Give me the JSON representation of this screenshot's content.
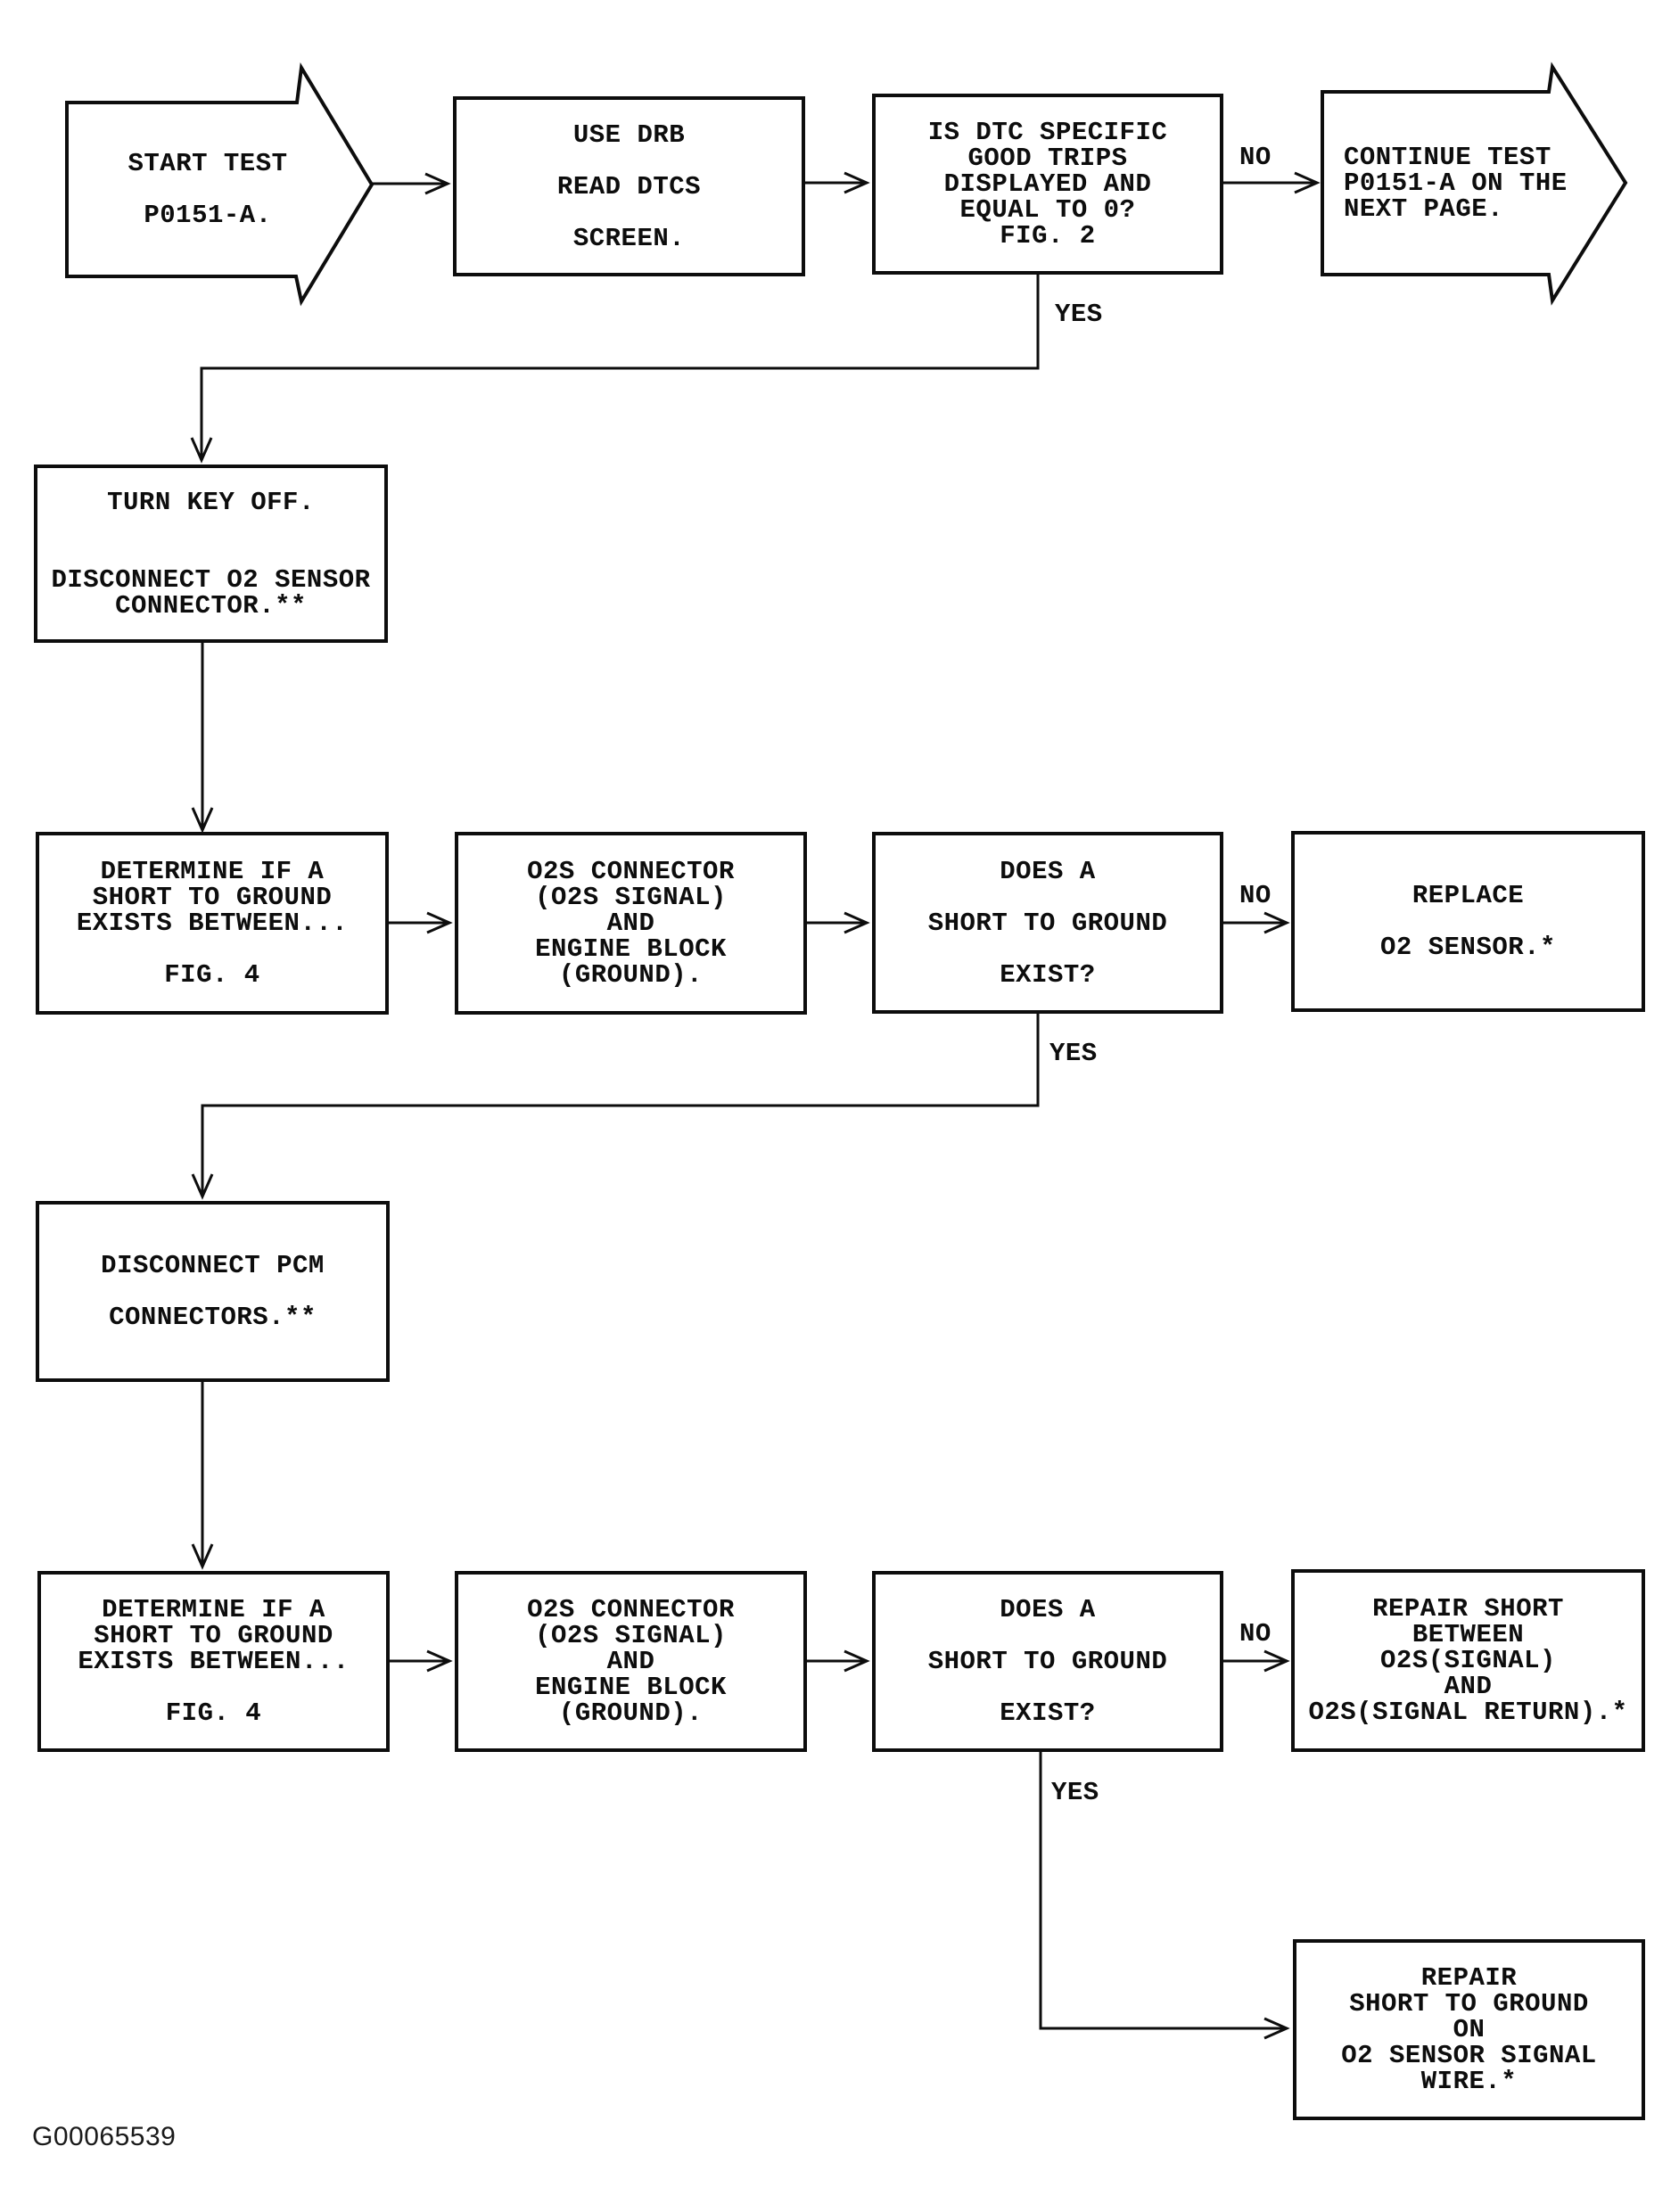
{
  "page": {
    "background": "#ffffff",
    "ink_color": "#0d0d0d",
    "figure_id": "G00065539"
  },
  "nodes": {
    "start": {
      "shape": "offpage-arrow-right",
      "lines": [
        "START TEST",
        "",
        "P0151-A."
      ]
    },
    "use_drb": {
      "shape": "process",
      "lines": [
        "USE DRB",
        "",
        "READ DTCS",
        "",
        "SCREEN."
      ]
    },
    "good_trips": {
      "shape": "decision",
      "lines": [
        "IS DTC SPECIFIC",
        "GOOD TRIPS",
        "DISPLAYED AND",
        "EQUAL TO 0?",
        "FIG. 2"
      ]
    },
    "continue_next_page": {
      "shape": "offpage-arrow-right",
      "lines": [
        "CONTINUE TEST",
        "P0151-A ON THE",
        "NEXT PAGE."
      ]
    },
    "turn_key_off": {
      "shape": "process",
      "lines": [
        "TURN KEY OFF.",
        "",
        "",
        "DISCONNECT O2 SENSOR",
        "CONNECTOR.**"
      ]
    },
    "determine_short_1": {
      "shape": "process",
      "lines": [
        "DETERMINE IF A",
        "SHORT TO GROUND",
        "EXISTS BETWEEN...",
        "",
        "FIG. 4"
      ]
    },
    "o2s_connector_1": {
      "shape": "process",
      "lines": [
        "O2S CONNECTOR",
        "(O2S SIGNAL)",
        "AND",
        "ENGINE BLOCK",
        "(GROUND)."
      ]
    },
    "short_exists_1": {
      "shape": "decision",
      "lines": [
        "DOES A",
        "",
        "SHORT TO GROUND",
        "",
        "EXIST?"
      ]
    },
    "replace_o2_sensor": {
      "shape": "terminal",
      "lines": [
        "REPLACE",
        "",
        "O2 SENSOR.*"
      ]
    },
    "disconnect_pcm": {
      "shape": "process",
      "lines": [
        "DISCONNECT PCM",
        "",
        "CONNECTORS.**"
      ]
    },
    "determine_short_2": {
      "shape": "process",
      "lines": [
        "DETERMINE IF A",
        "SHORT TO GROUND",
        "EXISTS BETWEEN...",
        "",
        "FIG. 4"
      ]
    },
    "o2s_connector_2": {
      "shape": "process",
      "lines": [
        "O2S CONNECTOR",
        "(O2S SIGNAL)",
        "AND",
        "ENGINE BLOCK",
        "(GROUND)."
      ]
    },
    "short_exists_2": {
      "shape": "decision",
      "lines": [
        "DOES A",
        "",
        "SHORT TO GROUND",
        "",
        "EXIST?"
      ]
    },
    "repair_short_between": {
      "shape": "terminal",
      "lines": [
        "REPAIR SHORT",
        "BETWEEN",
        "O2S(SIGNAL)",
        "AND",
        "O2S(SIGNAL RETURN).*"
      ]
    },
    "repair_signal_wire": {
      "shape": "terminal",
      "lines": [
        "REPAIR",
        "SHORT TO GROUND",
        "ON",
        "O2 SENSOR SIGNAL",
        "WIRE.*"
      ]
    }
  },
  "labels": {
    "no_1": "NO",
    "yes_1": "YES",
    "no_2": "NO",
    "yes_2": "YES",
    "no_3": "NO",
    "yes_3": "YES"
  }
}
